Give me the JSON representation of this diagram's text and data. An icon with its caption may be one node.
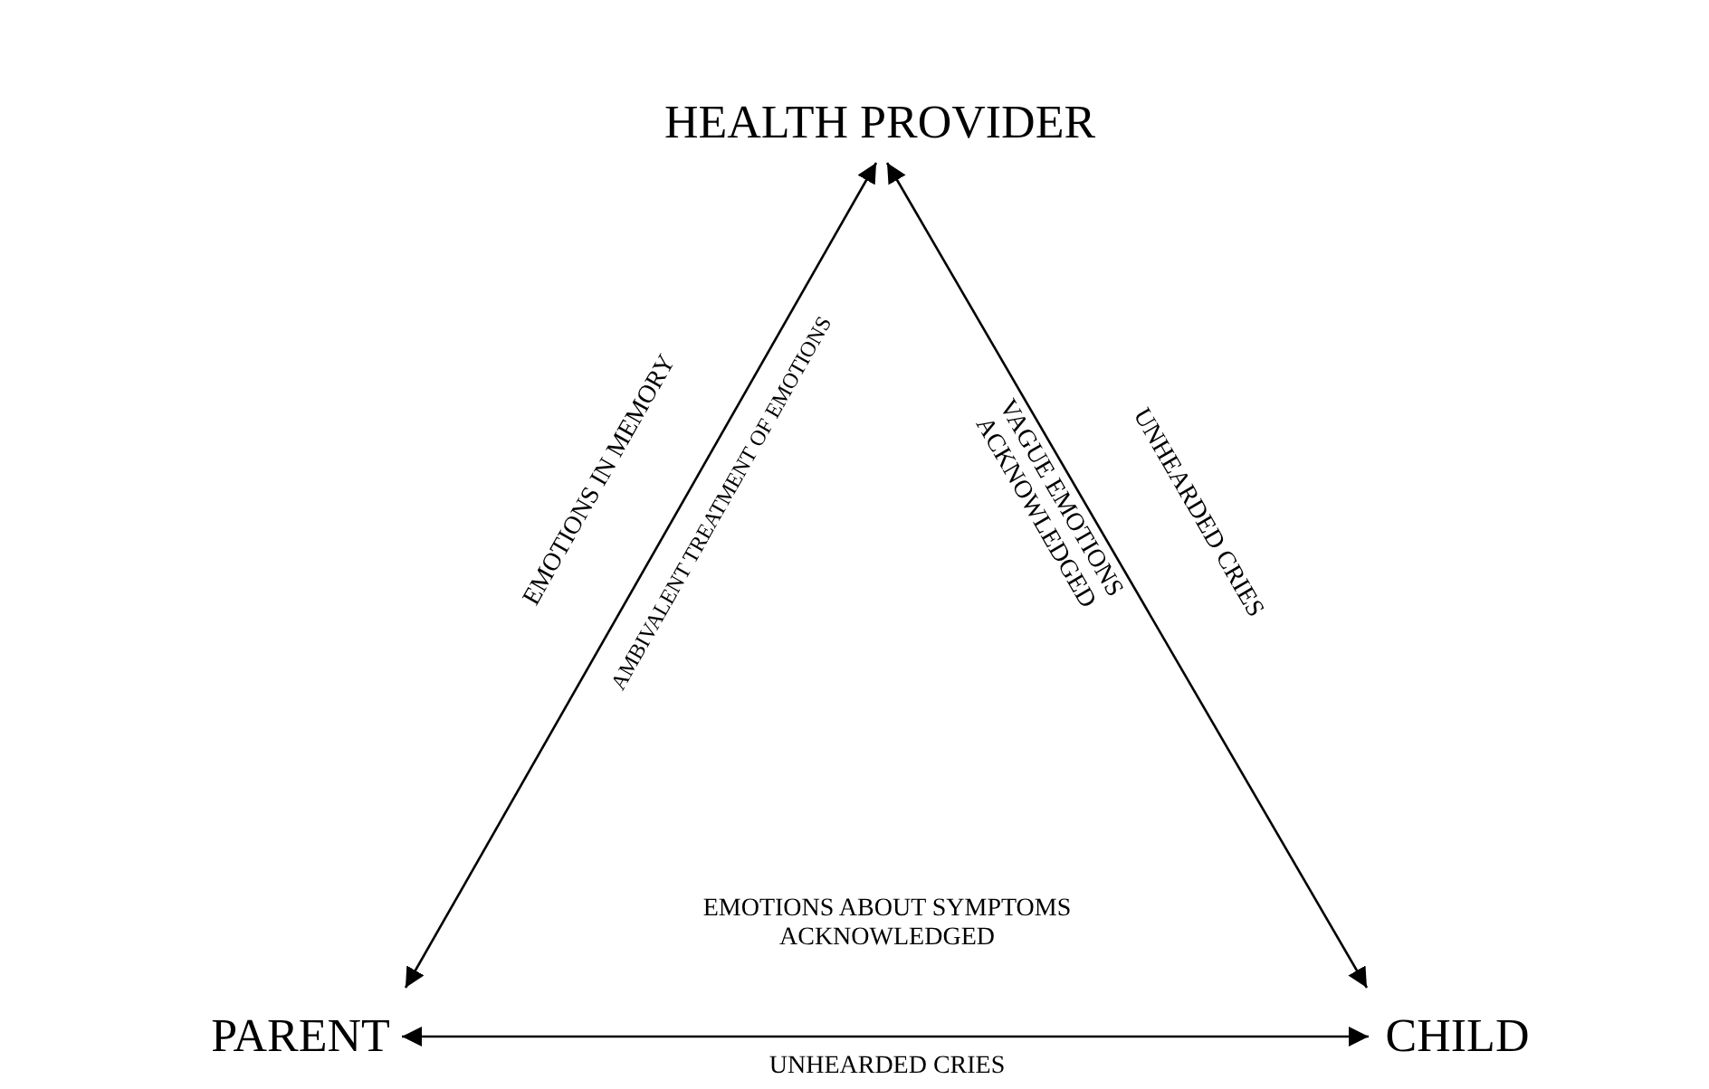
{
  "diagram": {
    "nodes": [
      {
        "text": [
          "HEALTH PROVIDER"
        ]
      },
      {
        "text": [
          "PARENT"
        ]
      },
      {
        "text": [
          "CHILD"
        ]
      }
    ],
    "edges": [
      {
        "from": 1,
        "to": 0,
        "arrow": "both",
        "label": "EMOTIONS IN MEMORY"
      },
      {
        "from": 0,
        "to": 2,
        "arrow": "both",
        "label": "UNHEARDED CRIES"
      },
      {
        "from": 1,
        "to": 2,
        "arrow": "both",
        "label": "UNHEARDED CRIES"
      }
    ],
    "labels": [
      "AMBIVALENT TREATMENT OF EMOTIONS",
      "VAGUE EMOTIONS ACKNOWLEDGED",
      "EMOTIONS ABOUT SYMPTOMS ACKNOWLEDGED"
    ]
  }
}
